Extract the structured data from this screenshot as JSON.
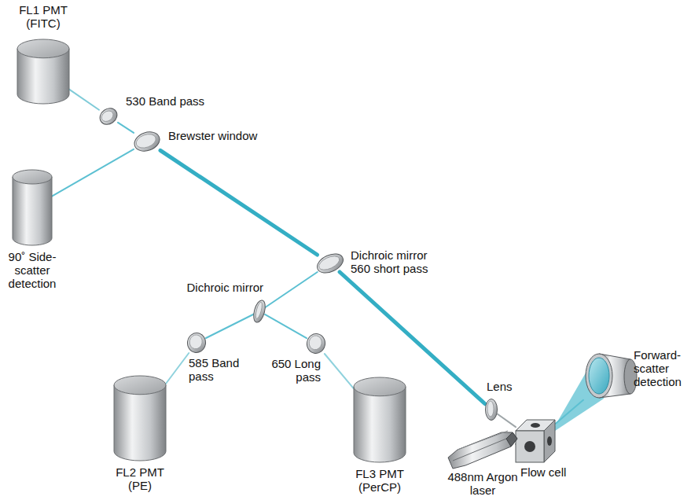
{
  "diagram": {
    "nodes": [
      {
        "text": [
          "FL1 PMT (FITC)"
        ]
      },
      {
        "text": [
          "530 Band pass"
        ]
      },
      {
        "text": [
          "Brewster window"
        ]
      },
      {
        "text": [
          "90˚ Side- scatter detection"
        ]
      },
      {
        "text": [
          "Dichroic mirror 560 short pass"
        ]
      },
      {
        "text": [
          "Dichroic mirror"
        ]
      },
      {
        "text": [
          "585 Band pass"
        ]
      },
      {
        "text": [
          "650 Long pass"
        ]
      },
      {
        "text": [
          "FL2 PMT (PE)"
        ]
      },
      {
        "text": [
          "FL3 PMT (PerCP)"
        ]
      },
      {
        "text": [
          "Lens"
        ]
      },
      {
        "text": [
          "Forward- scatter detection"
        ]
      },
      {
        "text": [
          "Flow cell"
        ]
      },
      {
        "text": [
          "488nm Argon laser"
        ]
      }
    ],
    "edges": [
      {
        "from": 13,
        "to": 12,
        "arrow": "none"
      },
      {
        "from": 12,
        "to": 11,
        "arrow": "none"
      },
      {
        "from": 12,
        "to": 10,
        "arrow": "none"
      },
      {
        "from": 10,
        "to": 4,
        "arrow": "none"
      },
      {
        "from": 4,
        "to": 2,
        "arrow": "none"
      },
      {
        "from": 2,
        "to": 1,
        "arrow": "none"
      },
      {
        "from": 1,
        "to": 0,
        "arrow": "none"
      },
      {
        "from": 2,
        "to": 3,
        "arrow": "none"
      },
      {
        "from": 4,
        "to": 5,
        "arrow": "none"
      },
      {
        "from": 5,
        "to": 6,
        "arrow": "none"
      },
      {
        "from": 6,
        "to": 8,
        "arrow": "none"
      },
      {
        "from": 5,
        "to": 7,
        "arrow": "none"
      },
      {
        "from": 7,
        "to": 9,
        "arrow": "none"
      }
    ]
  }
}
